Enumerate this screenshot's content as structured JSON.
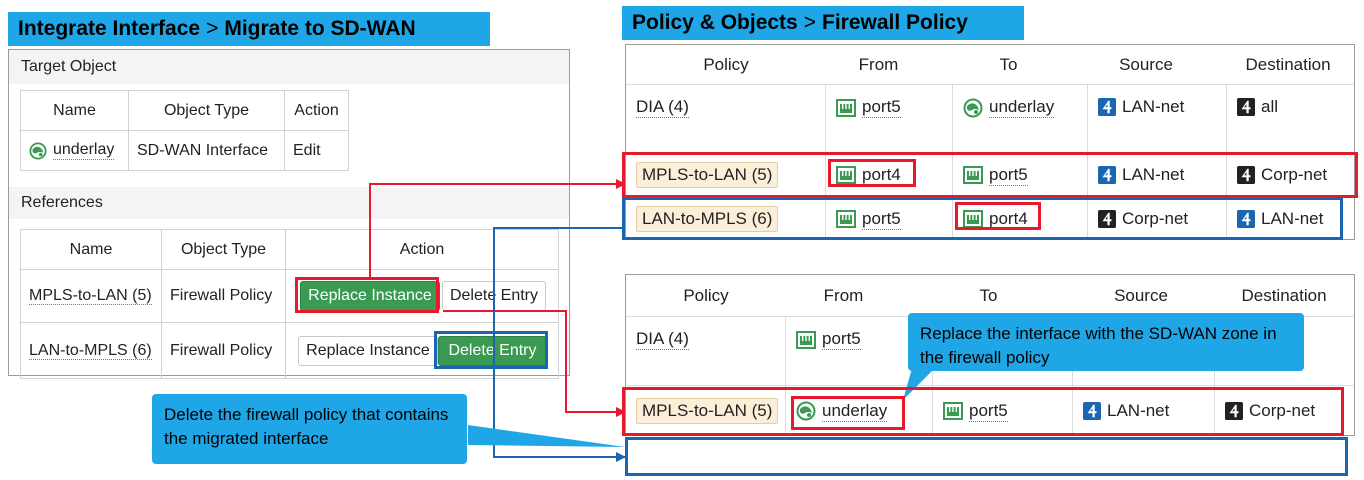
{
  "left_banner": {
    "part1": "Integrate Interface",
    "sep": ">",
    "part2": "Migrate to SD-WAN"
  },
  "right_banner": {
    "part1": "Policy & Objects",
    "sep": ">",
    "part2": "Firewall Policy"
  },
  "target": {
    "section_title": "Target Object",
    "headers": [
      "Name",
      "Object Type",
      "Action"
    ],
    "row": {
      "name": "underlay",
      "type": "SD-WAN Interface",
      "action": "Edit"
    }
  },
  "references": {
    "section_title": "References",
    "headers": [
      "Name",
      "Object Type",
      "Action"
    ],
    "rows": [
      {
        "name": "MPLS-to-LAN (5)",
        "type": "Firewall Policy",
        "replace": "Replace Instance",
        "delete": "Delete Entry"
      },
      {
        "name": "LAN-to-MPLS (6)",
        "type": "Firewall Policy",
        "replace": "Replace Instance",
        "delete": "Delete Entry"
      }
    ]
  },
  "policy_top": {
    "headers": [
      "Policy",
      "From",
      "To",
      "Source",
      "Destination"
    ],
    "rows": [
      {
        "policy": "DIA (4)",
        "from": "port5",
        "to": "underlay",
        "source": "LAN-net",
        "destination": "all"
      },
      {
        "policy": "MPLS-to-LAN (5)",
        "from": "port4",
        "to": "port5",
        "source": "LAN-net",
        "destination": "Corp-net"
      },
      {
        "policy": "LAN-to-MPLS (6)",
        "from": "port5",
        "to": "port4",
        "source": "Corp-net",
        "destination": "LAN-net"
      }
    ]
  },
  "policy_bottom": {
    "headers": [
      "Policy",
      "From",
      "To",
      "Source",
      "Destination"
    ],
    "rows": [
      {
        "policy": "DIA (4)",
        "from": "port5"
      },
      {
        "policy": "MPLS-to-LAN (5)",
        "from": "underlay",
        "to": "port5",
        "source": "LAN-net",
        "destination": "Corp-net"
      }
    ]
  },
  "callouts": {
    "replace": "Replace the interface with the SD-WAN zone in the firewall policy",
    "delete": "Delete the firewall policy that contains the migrated interface"
  },
  "colors": {
    "banner": "#1fa6e6",
    "red": "#e8192c",
    "blue": "#1a66b3",
    "button_green": "#3a9a52",
    "policy_pill": "#fbefd9"
  },
  "icons": {
    "port": "port-icon",
    "sdwan": "sdwan-zone-icon",
    "address_blue": "address-object-icon",
    "address_black": "address-group-icon"
  }
}
